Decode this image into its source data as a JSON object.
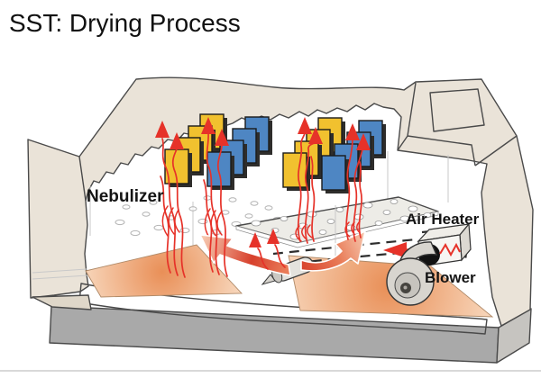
{
  "title": "SST: Drying Process",
  "diagram": {
    "labels": {
      "nebulizer": "Nebulizer",
      "air_heater": "Air Heater",
      "blower": "Blower"
    },
    "colors": {
      "specimen_yellow": "#F1C12F",
      "specimen_blue": "#4E86C3",
      "airflow_red": "#E63229",
      "swoosh_deep": "#D7402C",
      "swoosh_mid": "#E97C58",
      "swoosh_light": "#F6C7AE",
      "chamber_beige": "#EAE3D8",
      "chamber_beige_dark": "#DFD7C9",
      "outline_gray": "#4A4A4A",
      "floor_orange": "#E98F57",
      "floor_orange_light": "#F7D4B8",
      "base_gray": "#A9A9A9",
      "base_gray_light": "#C6C4C0",
      "metal_gray": "#D8D5CF",
      "plate_fill": "#EDECE7",
      "mist_gray": "#B3B3B3",
      "label_color": "#141414",
      "title_color": "#111111",
      "divider_gray": "#D9D9D9"
    }
  }
}
